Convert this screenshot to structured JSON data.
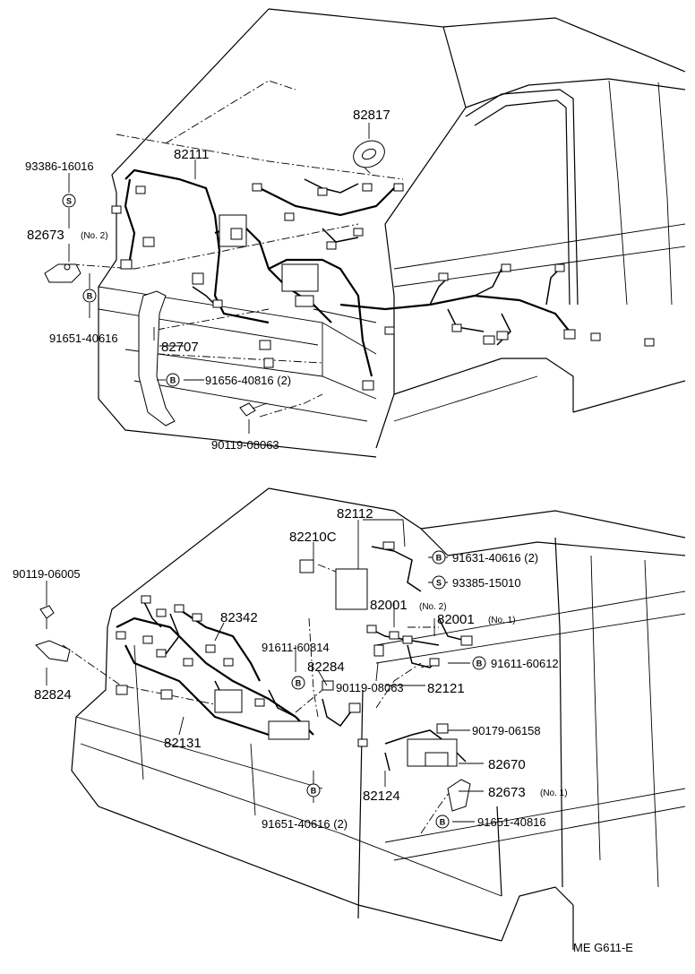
{
  "callouts_top": {
    "p93386": "93386-16016",
    "p82111": "82111",
    "p82817": "82817",
    "p82673_no2": "82673",
    "p82673_no2_note": "(No. 2)",
    "p91651a": "91651-40616",
    "p82707": "82707",
    "p91656": "91656-40816 (2)",
    "p90119a": "90119-08063"
  },
  "callouts_bottom": {
    "p82112": "82112",
    "p82210c": "82210C",
    "p91631": "91631-40616 (2)",
    "p93385": "93385-15010",
    "p90119b": "90119-06005",
    "p82001_no2": "82001",
    "p82001_no2_note": "(No. 2)",
    "p82001_no1": "82001",
    "p82001_no1_note": "(No. 1)",
    "p82342": "82342",
    "p91611a": "91611-60814",
    "p91611b": "91611-60612",
    "p82284": "82284",
    "p90119c": "90119-08063",
    "p82121": "82121",
    "p82824": "82824",
    "p82131": "82131",
    "p90179": "90179-06158",
    "p82670": "82670",
    "p82124": "82124",
    "p82673_no1": "82673",
    "p82673_no1_note": "(No. 1)",
    "p91651b": "91651-40616 (2)",
    "p91651c": "91651-40816"
  },
  "badges": {
    "s": "S",
    "b": "B"
  },
  "footer": {
    "code": "ME  G611-E"
  }
}
